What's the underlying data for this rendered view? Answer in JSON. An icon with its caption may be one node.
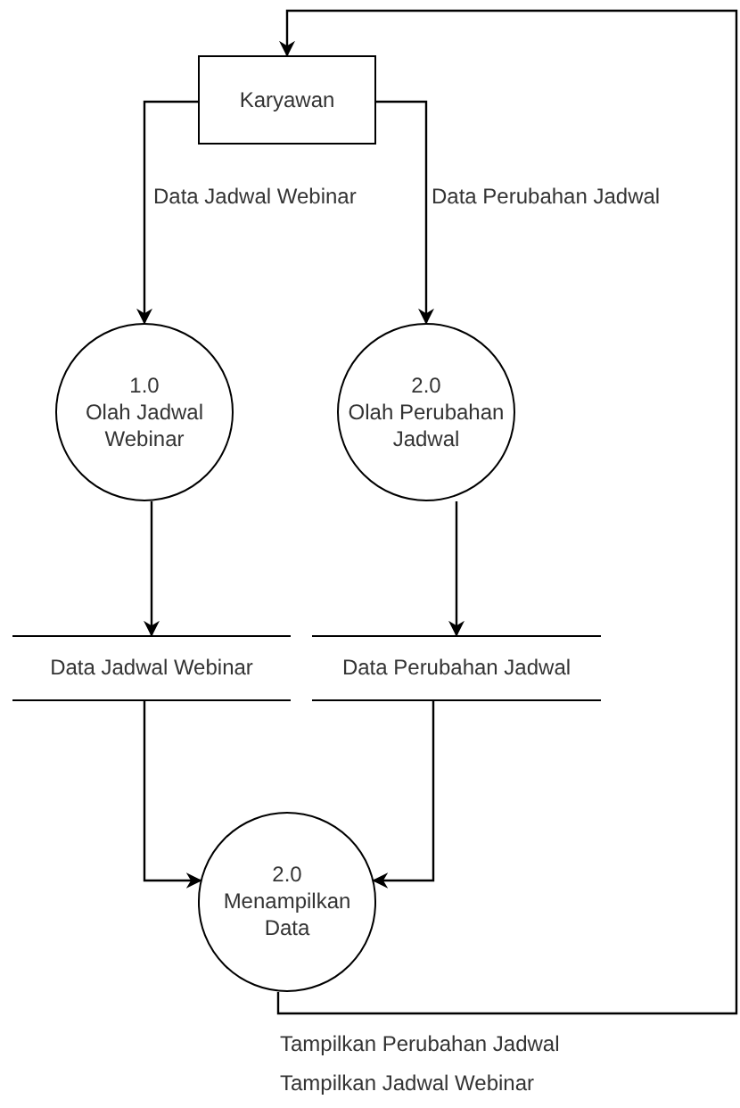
{
  "diagram": {
    "nodes": [
      {
        "text": [
          "Karyawan"
        ]
      },
      {
        "text": [
          "1.0",
          "Olah Jadwal Webinar"
        ]
      },
      {
        "text": [
          "2.0",
          "Olah Perubahan Jadwal"
        ]
      },
      {
        "text": [
          "Data Jadwal Webinar"
        ]
      },
      {
        "text": [
          "Data Perubahan Jadwal"
        ]
      },
      {
        "text": [
          "2.0",
          "Menampilkan Data"
        ]
      }
    ],
    "edges": [
      {
        "from": 0,
        "to": 1,
        "arrow": "to",
        "label": "Data Jadwal Webinar"
      },
      {
        "from": 0,
        "to": 2,
        "arrow": "to",
        "label": "Data Perubahan Jadwal"
      },
      {
        "from": 1,
        "to": 3,
        "arrow": "to"
      },
      {
        "from": 2,
        "to": 4,
        "arrow": "to"
      },
      {
        "from": 3,
        "to": 5,
        "arrow": "to"
      },
      {
        "from": 4,
        "to": 5,
        "arrow": "to"
      },
      {
        "from": 5,
        "to": 0,
        "arrow": "to",
        "label": "Tampilkan Perubahan Jadwal"
      }
    ],
    "labels": [
      "Tampilkan Jadwal Webinar"
    ]
  }
}
